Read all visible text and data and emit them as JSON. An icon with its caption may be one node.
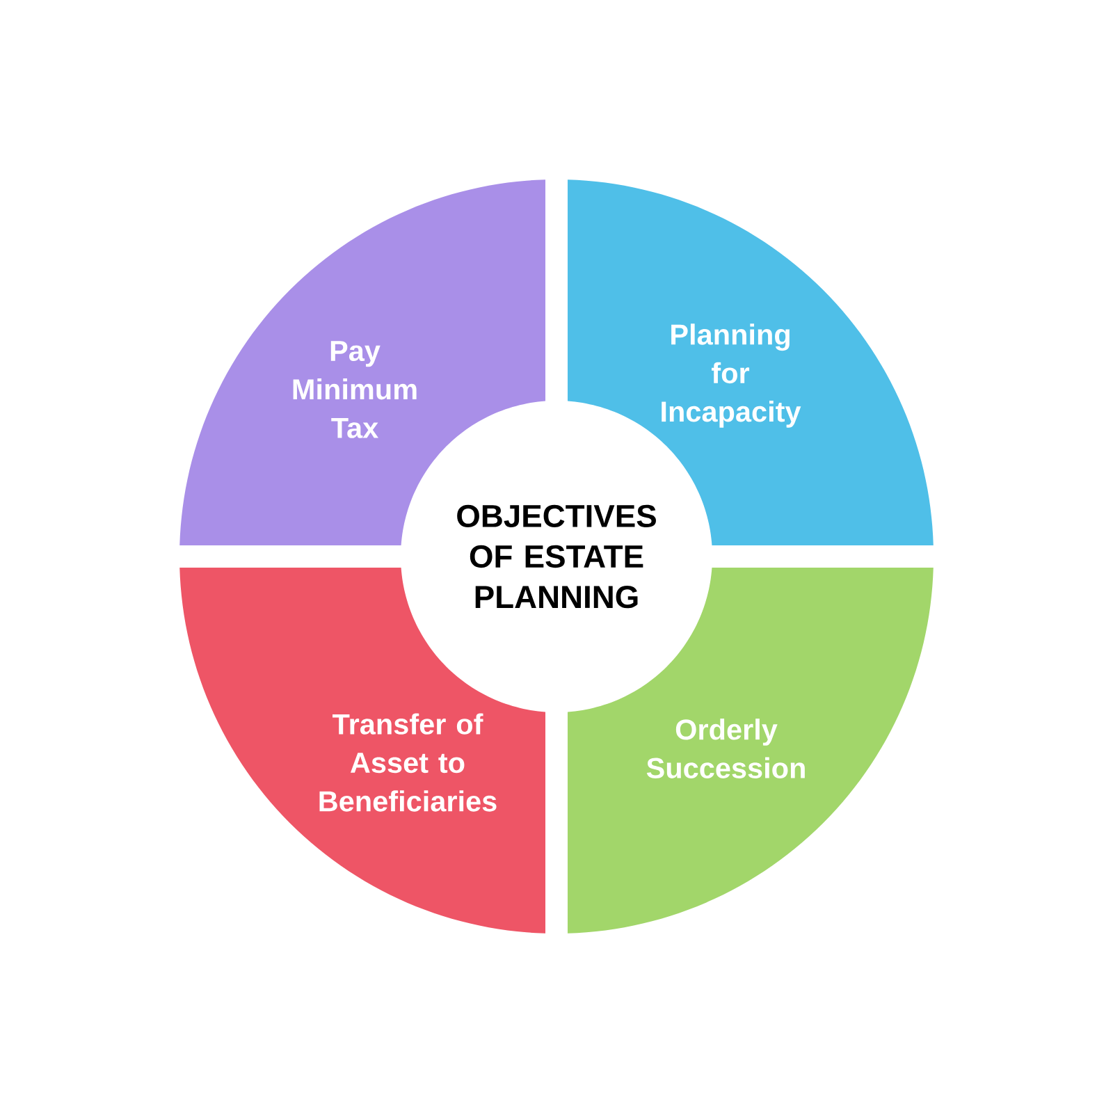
{
  "diagram": {
    "nodes": [
      {
        "text": [
          "OBJECTIVES OF ESTATE PLANNING"
        ]
      },
      {
        "text": [
          "Pay Minimum Tax"
        ]
      },
      {
        "text": [
          "Planning for Incapacity"
        ]
      },
      {
        "text": [
          "Transfer of Asset to Beneficiaries"
        ]
      },
      {
        "text": [
          "Orderly Succession"
        ]
      }
    ]
  }
}
